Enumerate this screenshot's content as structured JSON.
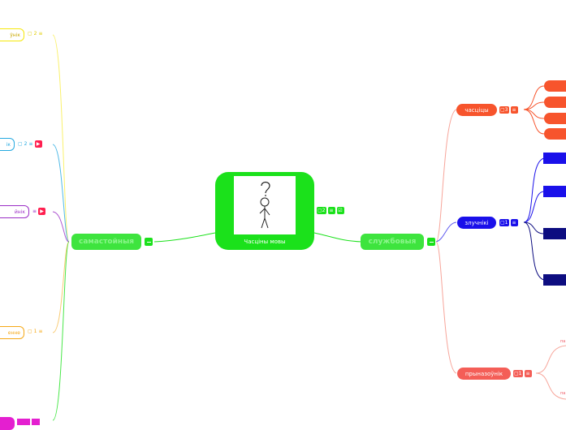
{
  "colors": {
    "green": "#1be11b",
    "red_orange": "#f7542c",
    "blue": "#1a10ea",
    "navy": "#0d0d80",
    "salmon": "#f45e57",
    "yellow": "#f6e80a",
    "cyan": "#25a9e0",
    "purple": "#9b2fc6",
    "orange": "#f5a816",
    "magenta": "#e41fd0",
    "youtube": "#ff1f4f"
  },
  "icons": {
    "comment": "comment-icon",
    "note": "note-icon",
    "video": "video-icon",
    "checkbox": "checkbox-icon",
    "collapse": "collapse-icon"
  },
  "central": {
    "label": "Часціны мовы",
    "comment_count": "2"
  },
  "right_branch": {
    "label": "службовыя",
    "children": [
      {
        "label": "часціцы",
        "comment_count": "3"
      },
      {
        "label": "злучнікі",
        "comment_count": "1"
      },
      {
        "label": "прыназоўнік",
        "comment_count": "1"
      }
    ],
    "sub_labels": [
      "па",
      "па"
    ]
  },
  "left_branch": {
    "label": "самастойныя",
    "children": [
      {
        "label": "ўнік",
        "comment_count": "2"
      },
      {
        "label": "ік",
        "comment_count": "2"
      },
      {
        "label": "йнік",
        "comment_count": ""
      },
      {
        "label": "енне",
        "comment_count": "1"
      },
      {
        "label": "",
        "comment_count": ""
      }
    ]
  }
}
